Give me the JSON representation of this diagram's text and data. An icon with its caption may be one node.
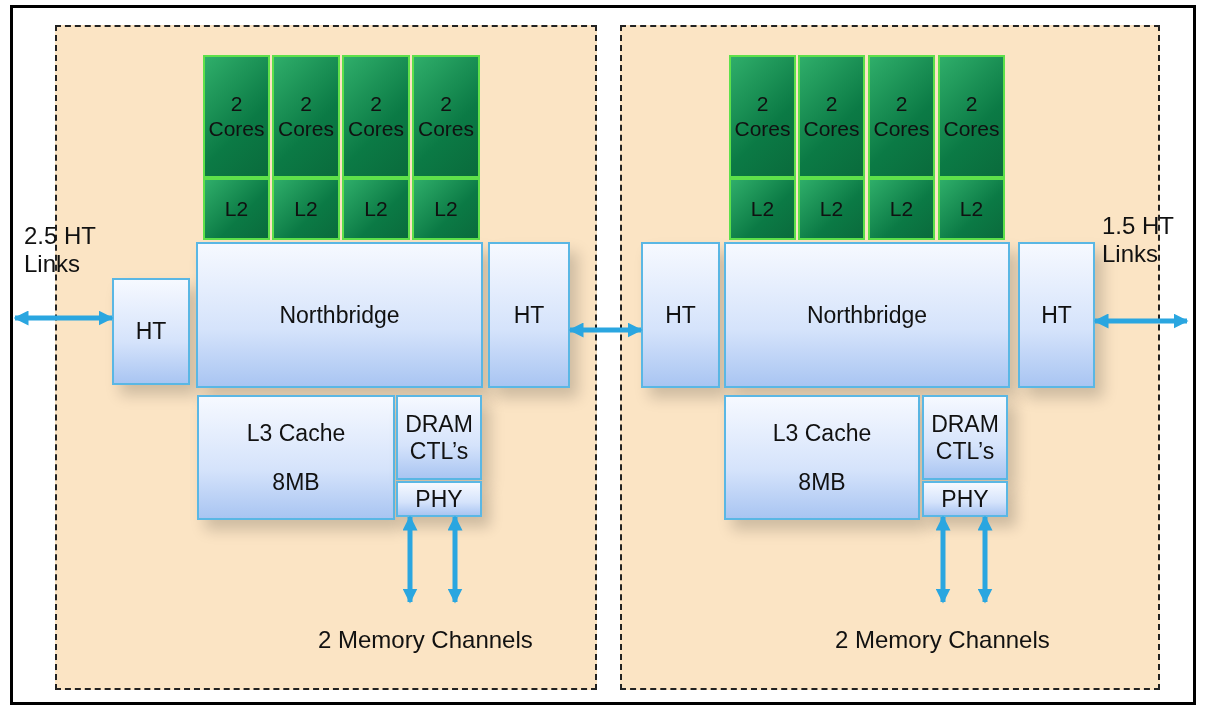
{
  "diagram": {
    "nodes": [
      {
        "text": [],
        "shape": "box"
      },
      {
        "text": [
          "2 Cores"
        ],
        "in": 0
      },
      {
        "text": [
          "2 Cores"
        ],
        "in": 0
      },
      {
        "text": [
          "2 Cores"
        ],
        "in": 0
      },
      {
        "text": [
          "2 Cores"
        ],
        "in": 0
      },
      {
        "text": [
          "L2"
        ],
        "in": 0
      },
      {
        "text": [
          "L2"
        ],
        "in": 0
      },
      {
        "text": [
          "L2"
        ],
        "in": 0
      },
      {
        "text": [
          "L2"
        ],
        "in": 0
      },
      {
        "text": [
          "HT"
        ],
        "in": 0
      },
      {
        "text": [
          "Northbridge"
        ],
        "in": 0
      },
      {
        "text": [
          "HT"
        ],
        "in": 0
      },
      {
        "text": [
          "L3 Cache",
          "8MB"
        ],
        "in": 0
      },
      {
        "text": [
          "DRAM CTL’s"
        ],
        "in": 0
      },
      {
        "text": [
          "PHY"
        ],
        "in": 0
      },
      {
        "text": [],
        "shape": "box"
      },
      {
        "text": [
          "2 Cores"
        ],
        "in": 15
      },
      {
        "text": [
          "2 Cores"
        ],
        "in": 15
      },
      {
        "text": [
          "2 Cores"
        ],
        "in": 15
      },
      {
        "text": [
          "2 Cores"
        ],
        "in": 15
      },
      {
        "text": [
          "L2"
        ],
        "in": 15
      },
      {
        "text": [
          "L2"
        ],
        "in": 15
      },
      {
        "text": [
          "L2"
        ],
        "in": 15
      },
      {
        "text": [
          "L2"
        ],
        "in": 15
      },
      {
        "text": [
          "HT"
        ],
        "in": 15
      },
      {
        "text": [
          "Northbridge"
        ],
        "in": 15
      },
      {
        "text": [
          "HT"
        ],
        "in": 15
      },
      {
        "text": [
          "L3 Cache",
          "8MB"
        ],
        "in": 15
      },
      {
        "text": [
          "DRAM CTL’s"
        ],
        "in": 15
      },
      {
        "text": [
          "PHY"
        ],
        "in": 15
      }
    ],
    "edges": [
      {
        "from": null,
        "to": 9,
        "arrow": "both"
      },
      {
        "from": 11,
        "to": 24,
        "arrow": "both"
      },
      {
        "from": 26,
        "to": null,
        "arrow": "both"
      },
      {
        "from": 14,
        "to": null,
        "arrow": "both"
      },
      {
        "from": 14,
        "to": null,
        "arrow": "both"
      },
      {
        "from": 29,
        "to": null,
        "arrow": "both"
      },
      {
        "from": 29,
        "to": null,
        "arrow": "both"
      }
    ],
    "labels": [
      "2.5 HT Links",
      "1.5 HT Links",
      "2 Memory Channels",
      "2 Memory Channels"
    ]
  }
}
